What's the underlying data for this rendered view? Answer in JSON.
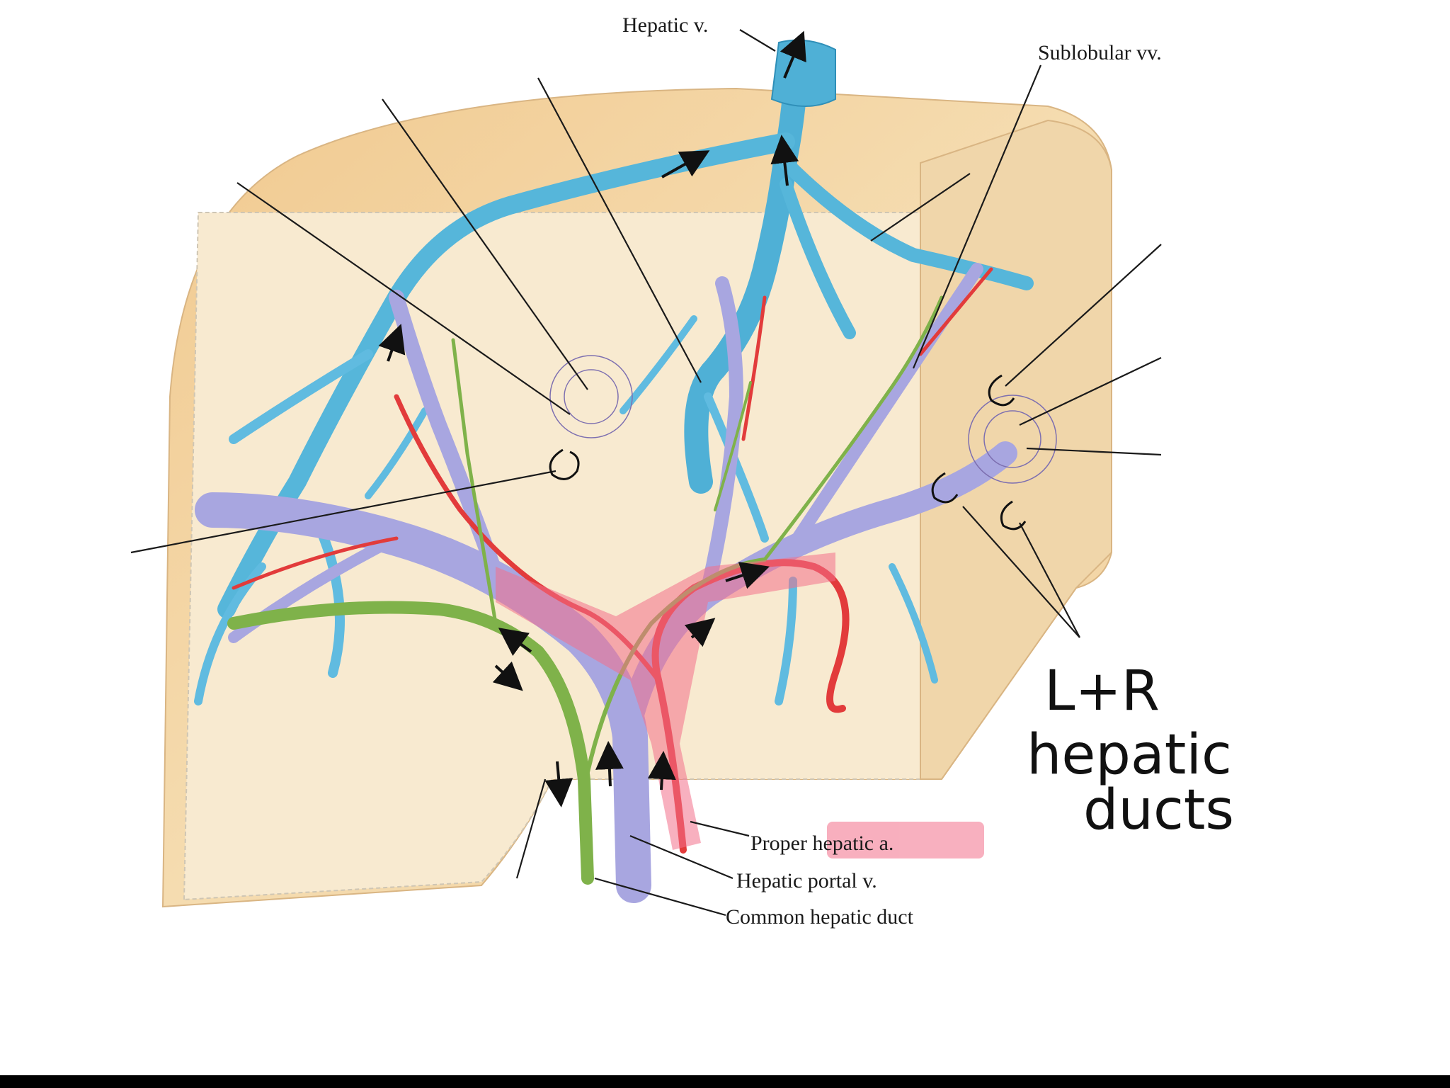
{
  "diagram": {
    "labels": {
      "hepatic_v": "Hepatic v.",
      "sublobular_vv": "Sublobular vv.",
      "proper_hepatic_a": "Proper hepatic a.",
      "hepatic_portal_v": "Hepatic portal v.",
      "common_hepatic_duct": "Common hepatic duct"
    },
    "handwritten_note": {
      "line1": "L+R",
      "line2": "hepatic",
      "line3": "ducts"
    },
    "colors": {
      "liver_tissue": "#f5d6a4",
      "liver_cut_face": "#f7e7c8",
      "hepatic_vein": "#5bb8d9",
      "portal_vein": "#9b9ad9",
      "hepatic_artery": "#e23b3b",
      "bile_duct": "#7fb24a",
      "highlight": "#f36f8a"
    },
    "icons": [
      "flow-arrow-icon"
    ]
  }
}
